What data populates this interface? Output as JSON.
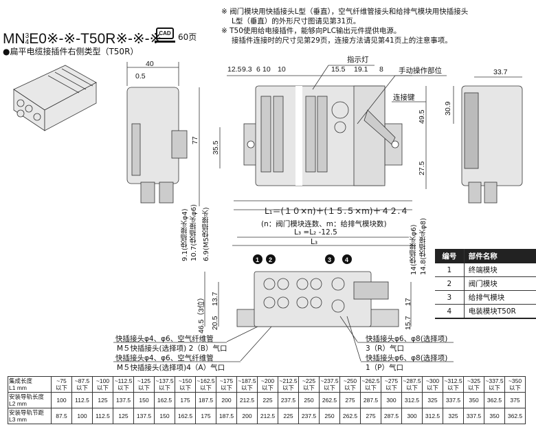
{
  "notes": [
    "※ 阀门模块用快插接头L型（垂直），空气纤维管接头和给排气模块用快插接头",
    "L型（垂直）的外形尺寸图请见第31页。",
    "※ T50使用给电接插件，能够向PLC输出元件提供电源。",
    "接插件连接时的尺寸见第29页，连接方法请见第41页上的注意事项。"
  ],
  "header": {
    "model_prefix": "MN",
    "model_sup": "3",
    "model_sub": "4",
    "model_suffix": "E0※-※-T50R※-※-※",
    "cad_label": "CAD",
    "cad_page": "60页",
    "subtitle": "●扁平电缆接插件右侧类型（T50R）"
  },
  "dims": {
    "side_width": "40",
    "side_offset": "0.5",
    "side_height": "77",
    "side_mid": "35.5",
    "top": [
      "12.5",
      "9.3",
      "6",
      "10",
      "10",
      "15.5",
      "19.1",
      "8"
    ],
    "right_height_top": "49.5",
    "right_height_bottom": "27.5",
    "end_width": "33.7",
    "end_height": "30.9",
    "l1_formula": "L₁＝(１０×n)＋(１５.５×m)＋４２.４",
    "l1_note": "(n：阀门模块连数、m：给排气模块数)",
    "l3_formula": "L₃ =L₂ -12.5",
    "l3": "L₃",
    "left_vert": [
      "9.1(快插接头φ4)",
      "10.7(快插接头φ6)",
      "6.9(M5快插接头)"
    ],
    "right_vert": [
      "14(快插接头φ6)",
      "14.8(快插接头φ8)"
    ],
    "bottom_left": [
      "46.5（3位）",
      "20.5",
      "13.7"
    ],
    "bottom_right": [
      "17",
      "15.7"
    ]
  },
  "callouts": {
    "indicator": "指示灯",
    "manual": "手动操作部位",
    "key": "连接键",
    "numbers": [
      "1",
      "2",
      "3",
      "4"
    ]
  },
  "port_labels": {
    "left": [
      "快插接头φ4、φ6、空气纤维管",
      "M５快插接头(选择项) 2（B）气口",
      "快插接头φ4、φ6、空气纤维管",
      "M５快插接头(选择项)4（A）气口"
    ],
    "right": [
      "快插接头φ6、φ8(选择项)",
      "3（R）气口",
      "快插接头φ6、φ8(选择项)",
      "1（P）气口"
    ]
  },
  "parts_table": {
    "headers": [
      "编号",
      "部件名称"
    ],
    "rows": [
      [
        "1",
        "终端模块"
      ],
      [
        "2",
        "阀门模块"
      ],
      [
        "3",
        "给排气模块"
      ],
      [
        "4",
        "电装模块T50R"
      ]
    ]
  },
  "dim_table": {
    "row_headers": [
      [
        "集成长度",
        "L1 mm"
      ],
      [
        "安装导轨长度",
        "L2 mm"
      ],
      [
        "安装导轨节距",
        "L3 mm"
      ]
    ],
    "l1": [
      "~75",
      "~87.5",
      "~100",
      "~112.5",
      "~125",
      "~137.5",
      "~150",
      "~162.5",
      "~175",
      "~187.5",
      "~200",
      "~212.5",
      "~225",
      "~237.5",
      "~250",
      "~262.5",
      "~275",
      "~287.5",
      "~300",
      "~312.5",
      "~325",
      "~337.5",
      "~350"
    ],
    "l1_suffix": "以下",
    "l2": [
      "100",
      "112.5",
      "125",
      "137.5",
      "150",
      "162.5",
      "175",
      "187.5",
      "200",
      "212.5",
      "225",
      "237.5",
      "250",
      "262.5",
      "275",
      "287.5",
      "300",
      "312.5",
      "325",
      "337.5",
      "350",
      "362.5",
      "375"
    ],
    "l3": [
      "87.5",
      "100",
      "112.5",
      "125",
      "137.5",
      "150",
      "162.5",
      "175",
      "187.5",
      "200",
      "212.5",
      "225",
      "237.5",
      "250",
      "262.5",
      "275",
      "287.5",
      "300",
      "312.5",
      "325",
      "337.5",
      "350",
      "362.5"
    ]
  }
}
